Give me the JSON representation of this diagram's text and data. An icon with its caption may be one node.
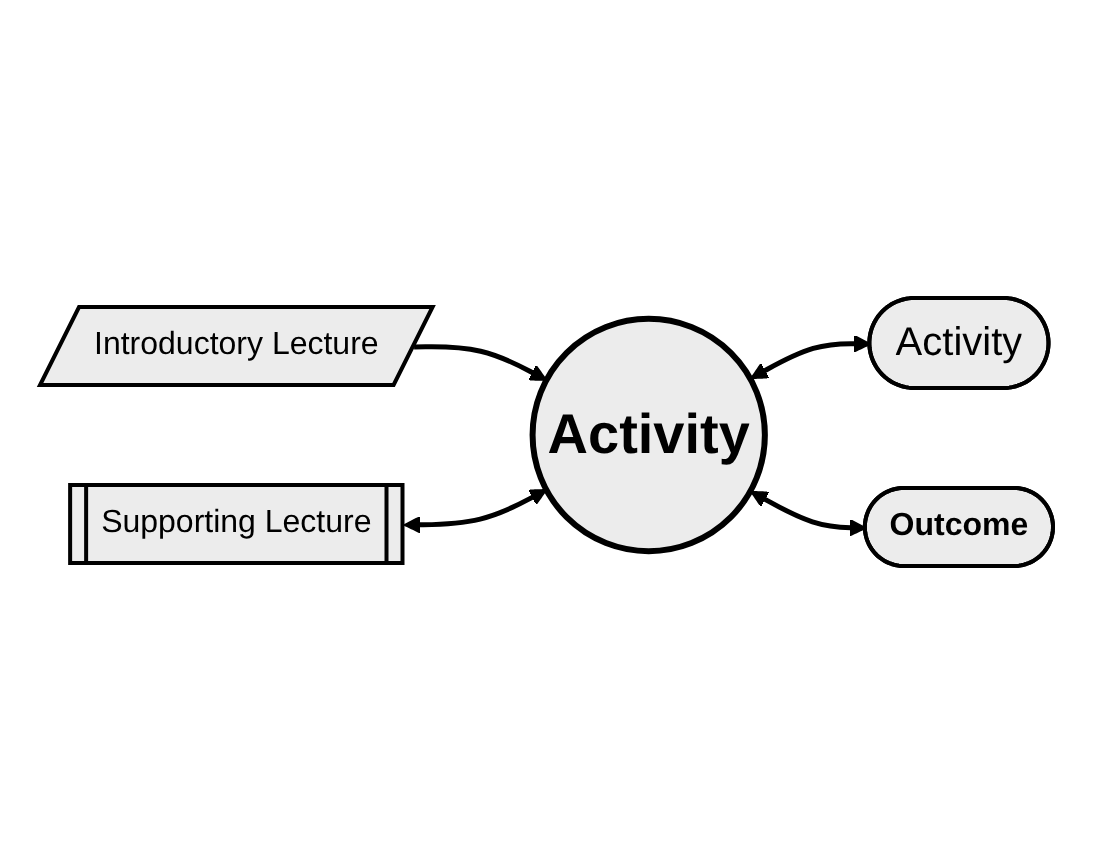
{
  "diagram": {
    "nodes": [
      {
        "text": [
          "Introductory Lecture"
        ]
      },
      {
        "text": [
          "Supporting Lecture"
        ]
      },
      {
        "text": [
          "Activity"
        ]
      },
      {
        "text": [
          "Activity"
        ]
      },
      {
        "text": [
          "Outcome"
        ]
      }
    ],
    "edges": [
      {
        "from": 0,
        "to": 2,
        "arrow": "to"
      },
      {
        "from": 1,
        "to": 2,
        "arrow": "both"
      },
      {
        "from": 2,
        "to": 3,
        "arrow": "both"
      },
      {
        "from": 2,
        "to": 4,
        "arrow": "both"
      }
    ]
  }
}
